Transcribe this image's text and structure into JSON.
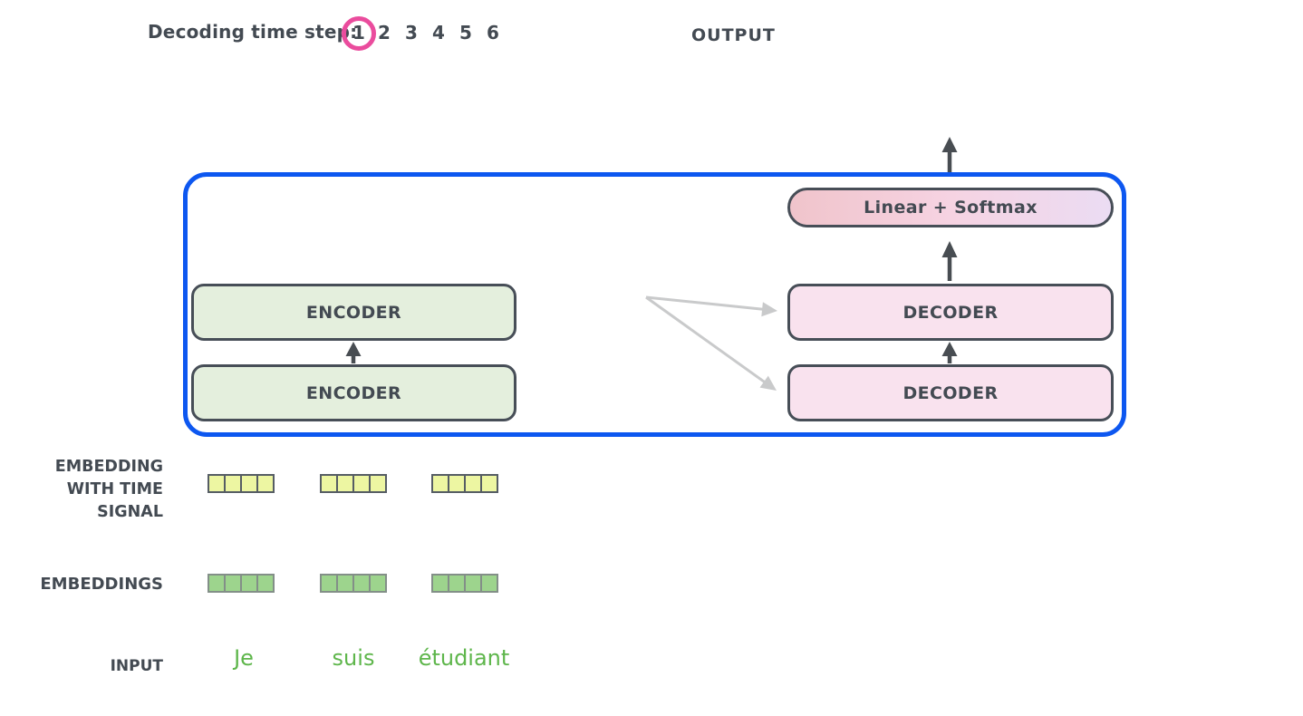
{
  "colors": {
    "text_dark": "#434a52",
    "blue_border": "#0d57f0",
    "pink_accent": "#ea4c9d",
    "encoder_fill": "#e4efdd",
    "decoder_fill": "#f9e2ee",
    "box_border": "#474e57",
    "ls_grad_left": "#f0c4cb",
    "ls_grad_mid": "#f6d3e2",
    "ls_grad_right": "#ebdcf3",
    "arrow_dark": "#484d52",
    "arrow_gray": "#c9cacb",
    "cell_yellow": "#edf6a2",
    "cell_yellow_border": "#565d64",
    "cell_green": "#9dd48d",
    "cell_green_border": "#838f88",
    "input_green": "#5eb64b"
  },
  "header": {
    "label": "Decoding time step:",
    "steps": [
      "1",
      "2",
      "3",
      "4",
      "5",
      "6"
    ],
    "active_step": "1"
  },
  "output_label": "OUTPUT",
  "model": {
    "encoder_top": "ENCODER",
    "encoder_bottom": "ENCODER",
    "decoder_top": "DECODER",
    "decoder_bottom": "DECODER",
    "linear_softmax": "Linear + Softmax"
  },
  "row_labels": {
    "time_signal_lines": [
      "EMBEDDING",
      "WITH TIME",
      "SIGNAL"
    ],
    "embeddings": "EMBEDDINGS",
    "input": "INPUT"
  },
  "input_words": [
    "Je",
    "suis",
    "étudiant"
  ],
  "embedding_rows": {
    "vectors_per_row": 3,
    "cells_per_vector": 4
  }
}
